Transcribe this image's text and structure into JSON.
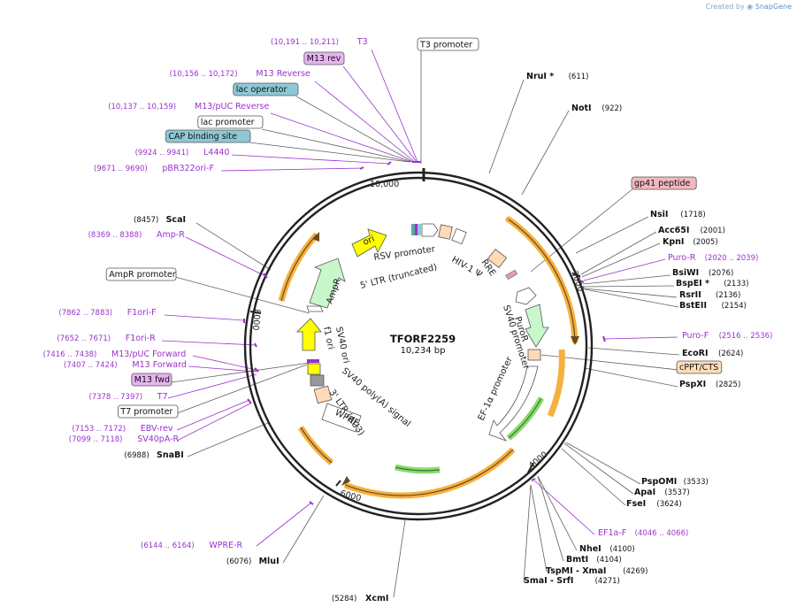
{
  "watermark": {
    "created_by": "Created by",
    "brand": "SnapGene"
  },
  "plasmid": {
    "name": "TFORF2259",
    "size_label": "10,234 bp"
  },
  "ring_ticks": [
    "10,000",
    "2000",
    "4000",
    "6000",
    "8000"
  ],
  "colors": {
    "primer": "#9a32cd",
    "amp_arrow": "#ffd9a8",
    "ampr_fill": "#c8f7cc",
    "ori_fill": "#ffff00",
    "green_feature": "#3cb83c",
    "protein_bg": "#f0b8c0",
    "lac_bg": "#8ec8d6",
    "m13_bg": "#e6b4f0",
    "cppt_bg": "#ffdcb8"
  },
  "left_labels": [
    {
      "pos": "(10,191 .. 10,211)",
      "name": "T3",
      "kind": "primer"
    },
    {
      "pos": "",
      "name": "M13 rev",
      "kind": "m13"
    },
    {
      "pos": "(10,156 .. 10,172)",
      "name": "M13 Reverse",
      "kind": "primer"
    },
    {
      "pos": "",
      "name": "lac operator",
      "kind": "lac"
    },
    {
      "pos": "(10,137 .. 10,159)",
      "name": "M13/pUC Reverse",
      "kind": "primer"
    },
    {
      "pos": "",
      "name": "lac promoter",
      "kind": "box"
    },
    {
      "pos": "",
      "name": "CAP binding site",
      "kind": "lac"
    },
    {
      "pos": "(9924 .. 9941)",
      "name": "L4440",
      "kind": "primer"
    },
    {
      "pos": "(9671 .. 9690)",
      "name": "pBR322ori-F",
      "kind": "primer"
    },
    {
      "pos": "(8457)",
      "name": "ScaI",
      "kind": "site"
    },
    {
      "pos": "(8369 .. 8388)",
      "name": "Amp-R",
      "kind": "primer"
    },
    {
      "pos": "",
      "name": "AmpR promoter",
      "kind": "box"
    },
    {
      "pos": "(7862 .. 7883)",
      "name": "F1ori-F",
      "kind": "primer"
    },
    {
      "pos": "(7652 .. 7671)",
      "name": "F1ori-R",
      "kind": "primer"
    },
    {
      "pos": "(7416 .. 7438)",
      "name": "M13/pUC Forward",
      "kind": "primer"
    },
    {
      "pos": "(7407 .. 7424)",
      "name": "M13 Forward",
      "kind": "primer"
    },
    {
      "pos": "",
      "name": "M13 fwd",
      "kind": "m13"
    },
    {
      "pos": "(7378 .. 7397)",
      "name": "T7",
      "kind": "primer"
    },
    {
      "pos": "",
      "name": "T7 promoter",
      "kind": "box"
    },
    {
      "pos": "(7153 .. 7172)",
      "name": "EBV-rev",
      "kind": "primer"
    },
    {
      "pos": "(7099 .. 7118)",
      "name": "SV40pA-R",
      "kind": "primer"
    },
    {
      "pos": "(6988)",
      "name": "SnaBI",
      "kind": "site"
    },
    {
      "pos": "(6144 .. 6164)",
      "name": "WPRE-R",
      "kind": "primer"
    },
    {
      "pos": "(6076)",
      "name": "MluI",
      "kind": "site"
    }
  ],
  "right_labels": [
    {
      "name": "NruI *",
      "pos": "(611)",
      "kind": "site"
    },
    {
      "name": "NotI",
      "pos": "(922)",
      "kind": "site"
    },
    {
      "name": "gp41 peptide",
      "pos": "",
      "kind": "protein"
    },
    {
      "name": "NsiI",
      "pos": "(1718)",
      "kind": "site"
    },
    {
      "name": "Acc65I",
      "pos": "(2001)",
      "kind": "site"
    },
    {
      "name": "KpnI",
      "pos": "(2005)",
      "kind": "site"
    },
    {
      "name": "Puro-R",
      "pos": "(2020 .. 2039)",
      "kind": "primer"
    },
    {
      "name": "BsiWI",
      "pos": "(2076)",
      "kind": "site"
    },
    {
      "name": "BspEI *",
      "pos": "(2133)",
      "kind": "site"
    },
    {
      "name": "RsrII",
      "pos": "(2136)",
      "kind": "site"
    },
    {
      "name": "BstEII",
      "pos": "(2154)",
      "kind": "site"
    },
    {
      "name": "Puro-F",
      "pos": "(2516 .. 2536)",
      "kind": "primer"
    },
    {
      "name": "EcoRI",
      "pos": "(2624)",
      "kind": "site"
    },
    {
      "name": "cPPT/CTS",
      "pos": "",
      "kind": "cppt"
    },
    {
      "name": "PspXI",
      "pos": "(2825)",
      "kind": "site"
    },
    {
      "name": "PspOMI",
      "pos": "(3533)",
      "kind": "site"
    },
    {
      "name": "ApaI",
      "pos": "(3537)",
      "kind": "site"
    },
    {
      "name": "FseI",
      "pos": "(3624)",
      "kind": "site"
    },
    {
      "name": "EF1a-F",
      "pos": "(4046 .. 4066)",
      "kind": "primer"
    },
    {
      "name": "NheI",
      "pos": "(4100)",
      "kind": "site"
    },
    {
      "name": "BmtI",
      "pos": "(4104)",
      "kind": "site"
    },
    {
      "name": "TspMI - XmaI",
      "pos": "(4269)",
      "kind": "site"
    },
    {
      "name": "SmaI - SrfI",
      "pos": "(4271)",
      "kind": "site"
    },
    {
      "name": "XcmI",
      "pos": "(5284)",
      "kind": "site"
    }
  ],
  "top_box": "T3 promoter",
  "inner_features": [
    "RSV promoter",
    "5' LTR (truncated)",
    "HIV-1 Ψ",
    "RRE",
    "PuroR",
    "SV40 promoter",
    "EF-1α promoter",
    "WPRE",
    "3' LTR (ΔU3)",
    "SV40 poly(A) signal",
    "SV40 ori",
    "f1 ori",
    "AmpR",
    "ori"
  ]
}
